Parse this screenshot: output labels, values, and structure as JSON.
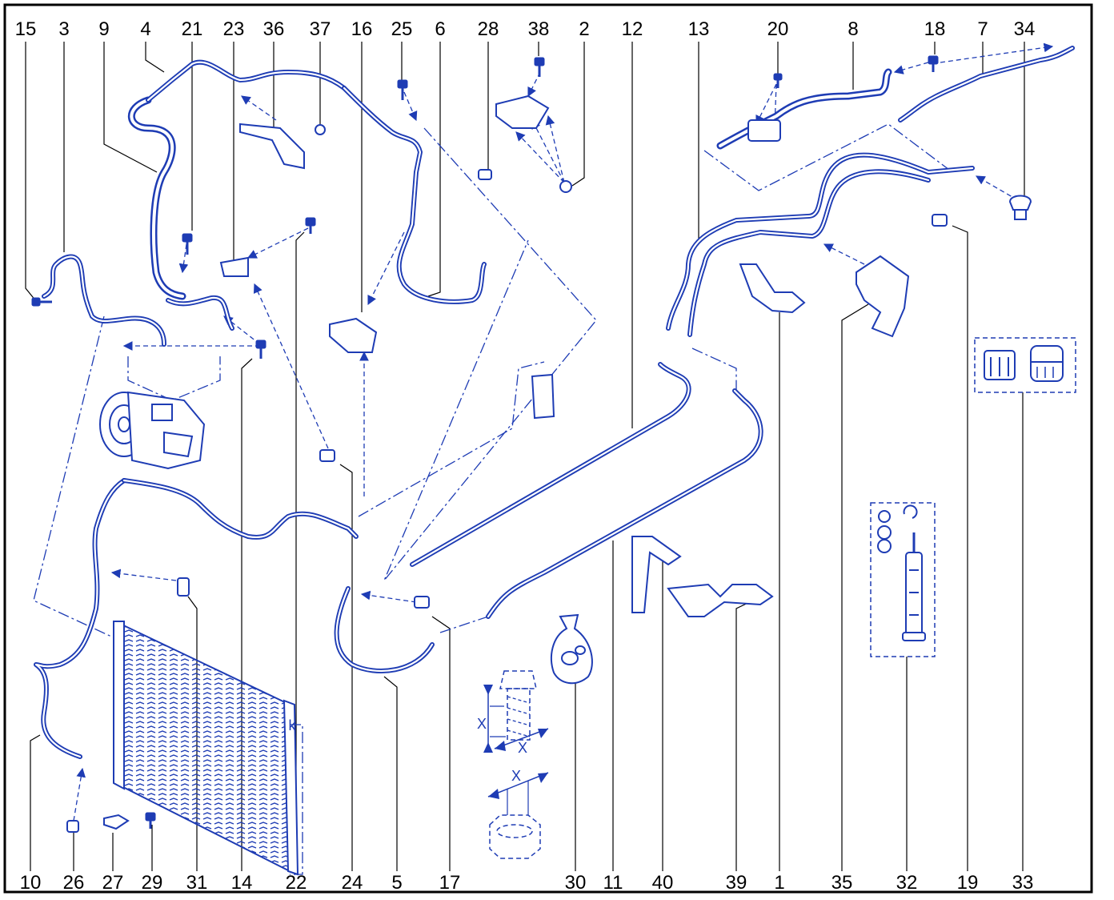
{
  "callouts_top": [
    "15",
    "3",
    "9",
    "4",
    "21",
    "23",
    "36",
    "37",
    "16",
    "25",
    "6",
    "28",
    "38",
    "2",
    "12",
    "13",
    "20",
    "8",
    "18",
    "7",
    "34"
  ],
  "callouts_bottom": [
    "10",
    "26",
    "27",
    "29",
    "31",
    "14",
    "22",
    "24",
    "5",
    "17",
    "30",
    "11",
    "40",
    "39",
    "1",
    "35",
    "32",
    "19",
    "33"
  ],
  "fastener_marks": {
    "x1": "X",
    "x2": "X",
    "x3": "X"
  },
  "colors": {
    "drawing": "#1e3cb4",
    "frame": "#000000",
    "background": "#ffffff"
  }
}
